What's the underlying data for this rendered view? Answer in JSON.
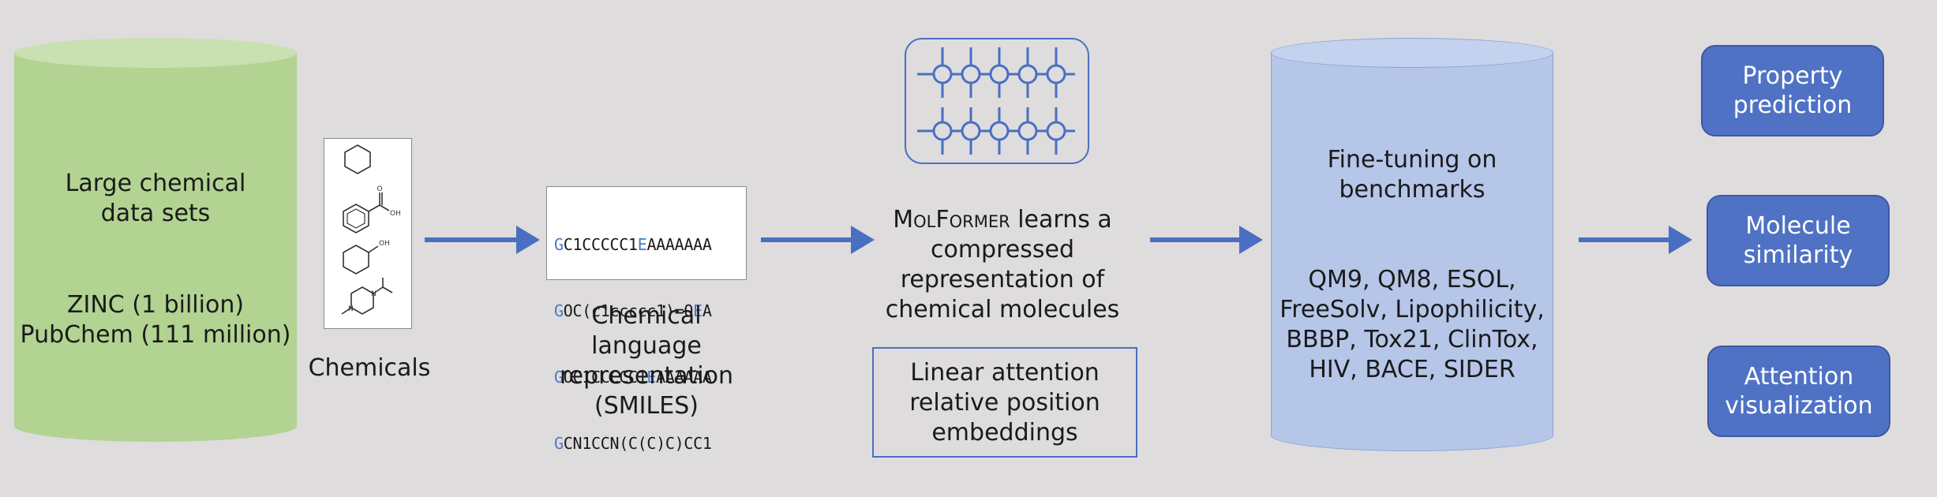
{
  "datasets": {
    "title": "Large chemical data sets",
    "title_line1": "Large chemical",
    "title_line2": "data sets",
    "zinc": "ZINC (1 billion)",
    "pubchem": "PubChem (111 million)"
  },
  "chemicals": {
    "label": "Chemicals",
    "oh_label_1": "OH",
    "oh_label_2": "OH",
    "n_label_1": "N",
    "n_label_2": "N"
  },
  "smiles": {
    "lines": [
      {
        "pre": "G",
        "mid": "C1CCCCC1",
        "tok": "E",
        "post": "AAAAAAA"
      },
      {
        "pre": "G",
        "mid": "OC(c1ccccc1)=O",
        "tok": "E",
        "post": "A"
      },
      {
        "pre": "G",
        "mid": "OC1CCCCC1",
        "tok": "E",
        "post": "AAAAAA"
      },
      {
        "pre": "G",
        "mid": "CN1CCN(C(C)C)CC1",
        "tok": "",
        "post": ""
      }
    ],
    "label_line1": "Chemical",
    "label_line2": "language",
    "label_line3": "representation",
    "label_line4": "(SMILES)"
  },
  "molformer": {
    "name": "MolFormer",
    "text_line1_suffix": " learns a",
    "text_line2": "compressed",
    "text_line3": "representation of",
    "text_line4": "chemical molecules",
    "attention_line1": "Linear attention",
    "attention_line2": "relative position",
    "attention_line3": "embeddings"
  },
  "finetune": {
    "title_line1": "Fine-tuning on",
    "title_line2": "benchmarks",
    "bench_line1": "QM9, QM8, ESOL,",
    "bench_line2": "FreeSolv, Lipophilicity,",
    "bench_line3": "BBBP, Tox21, ClinTox,",
    "bench_line4": "HIV, BACE, SIDER"
  },
  "outputs": [
    {
      "line1": "Property",
      "line2": "prediction"
    },
    {
      "line1": "Molecule",
      "line2": "similarity"
    },
    {
      "line1": "Attention",
      "line2": "visualization"
    }
  ],
  "colors": {
    "background": "#dedcdd",
    "green_cylinder": "#b2d392",
    "green_cylinder_top": "#c9e1b1",
    "blue_cylinder": "#b5c6e8",
    "blue_accent": "#4a6fc2",
    "output_box": "#4f72c4",
    "arrow": "#4a6fc2"
  }
}
